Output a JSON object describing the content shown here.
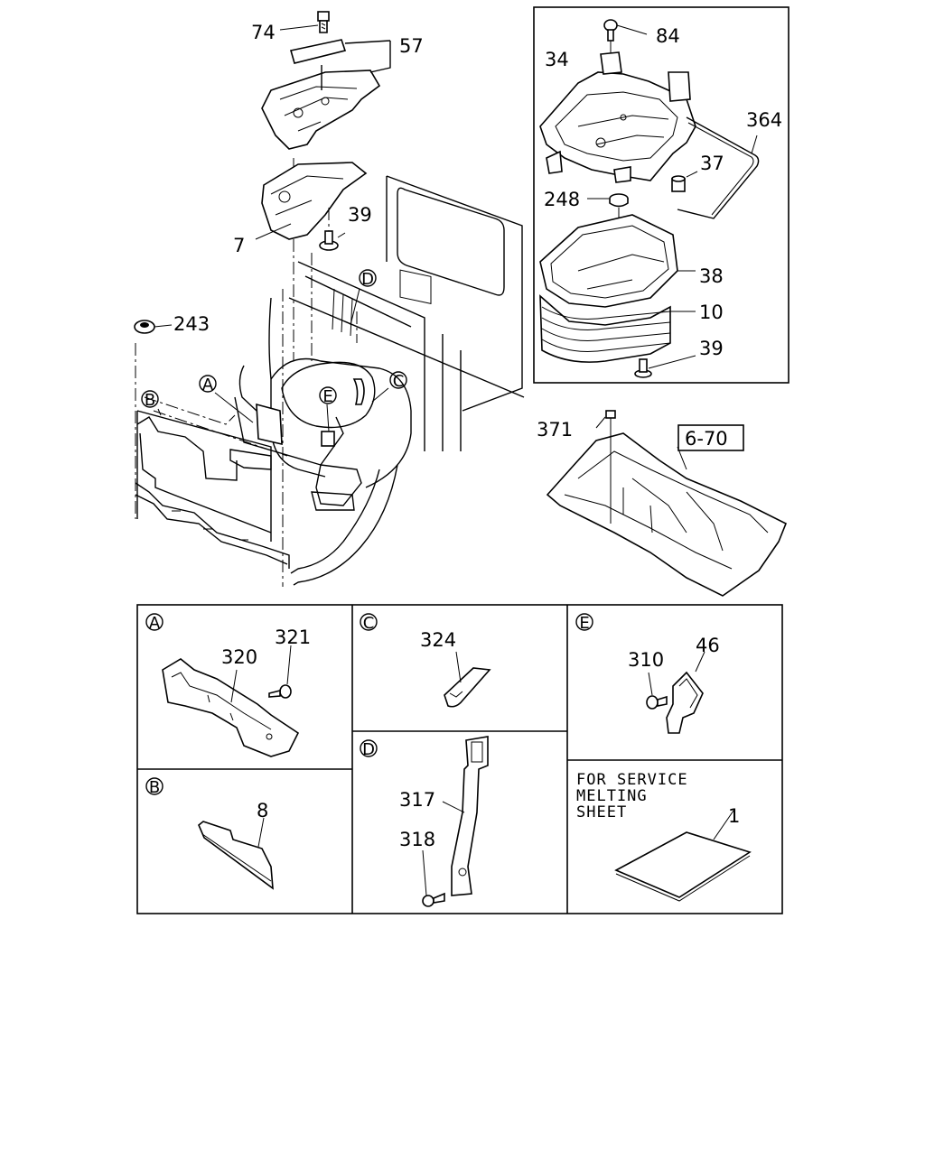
{
  "callouts": {
    "c74": "74",
    "c57": "57",
    "c39a": "39",
    "c7": "7",
    "c243": "243",
    "c84": "84",
    "c34": "34",
    "c364": "364",
    "c37": "37",
    "c248": "248",
    "c38": "38",
    "c10": "10",
    "c39b": "39",
    "c371": "371",
    "c670": "6-70",
    "c321": "321",
    "c320": "320",
    "c324": "324",
    "c310": "310",
    "c46": "46",
    "c8": "8",
    "c317": "317",
    "c318": "318",
    "c1": "1"
  },
  "markers": {
    "A": "A",
    "B": "B",
    "C": "C",
    "D": "D",
    "E": "E"
  },
  "note": {
    "line1": "FOR SERVICE",
    "line2": "MELTING",
    "line3": "SHEET"
  }
}
